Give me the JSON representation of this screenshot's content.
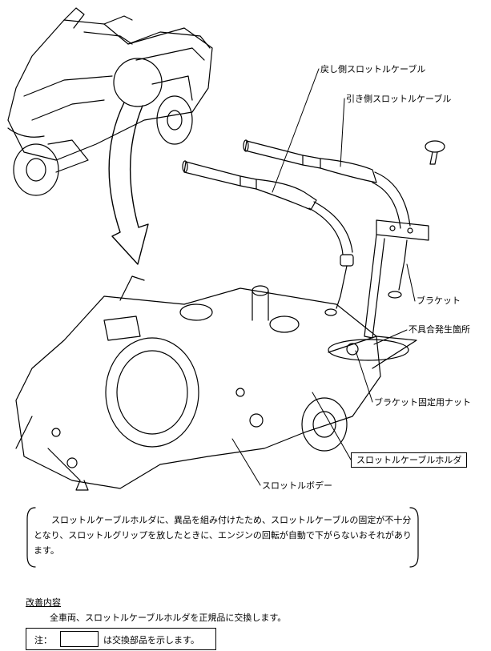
{
  "labels": {
    "return_cable": "戻し側スロットルケーブル",
    "pull_cable": "引き側スロットルケーブル",
    "bracket": "ブラケット",
    "defect_location": "不具合発生箇所",
    "bracket_nut": "ブラケット固定用ナット",
    "cable_holder": "スロットルケーブルホルダ",
    "throttle_body": "スロットルボデー"
  },
  "description": "スロットルケーブルホルダに、異品を組み付けたため、スロットルケーブルの固定が不十分となり、スロットルグリップを放したときに、エンジンの回転が自動で下がらないおそれがあります。",
  "improvement": {
    "title": "改善内容",
    "body": "全車両、スロットルケーブルホルダを正規品に交換します。"
  },
  "note": {
    "prefix": "注：",
    "text": "は交換部品を示します。"
  }
}
